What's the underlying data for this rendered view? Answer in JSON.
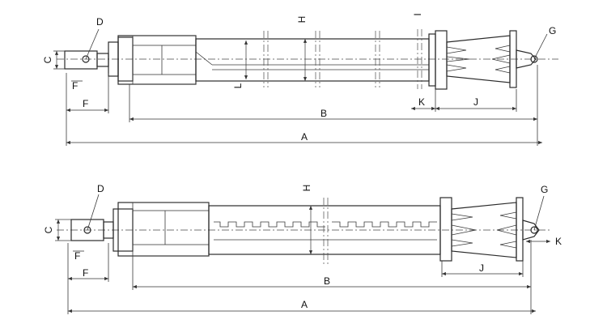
{
  "diagrams": [
    {
      "id": "top",
      "labels": {
        "A": "A",
        "B": "B",
        "C": "C",
        "D": "D",
        "F_small": "F",
        "F": "F",
        "G": "G",
        "H": "H",
        "I": "I",
        "J": "J",
        "K": "K",
        "L": "L"
      }
    },
    {
      "id": "bottom",
      "labels": {
        "A": "A",
        "B": "B",
        "C": "C",
        "D": "D",
        "F_small": "F",
        "F": "F",
        "G": "G",
        "H": "H",
        "J": "J",
        "K": "K"
      }
    }
  ],
  "colors": {
    "line": "#2b2b2b",
    "background": "#ffffff"
  }
}
